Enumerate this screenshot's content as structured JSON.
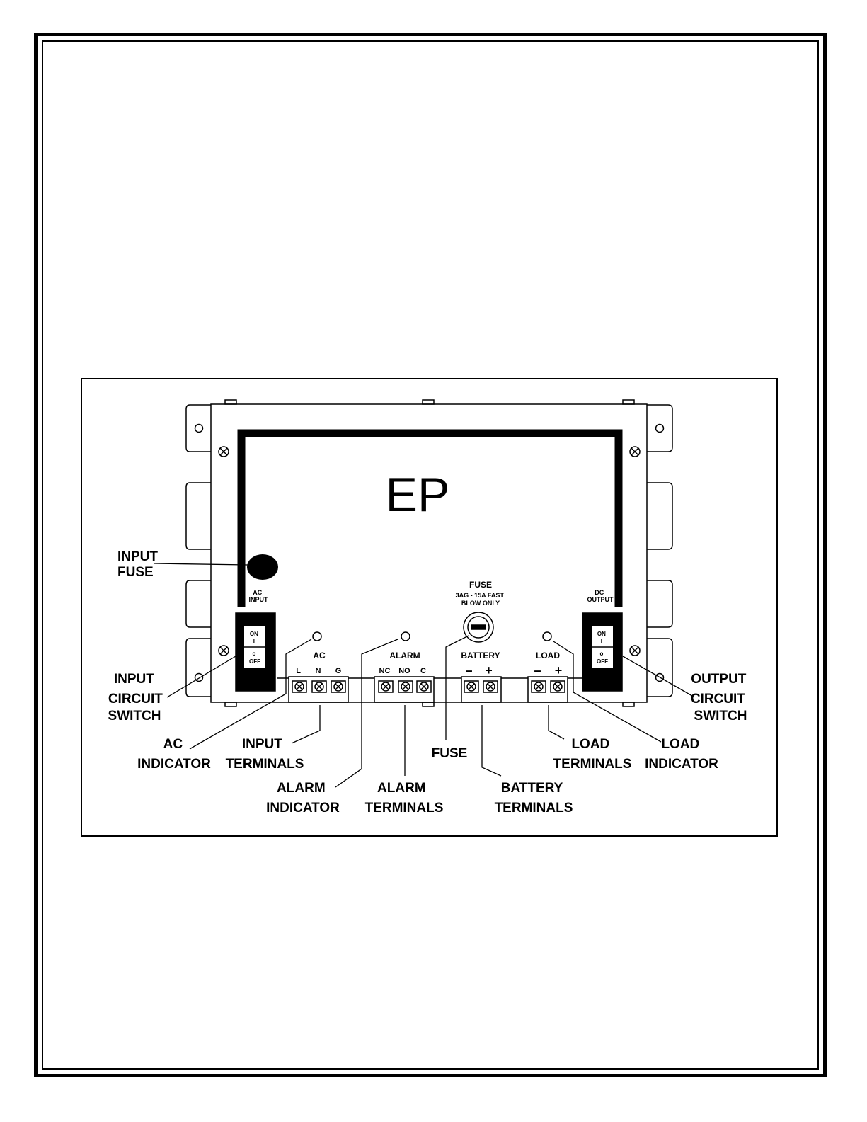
{
  "logo": "EP",
  "panel": {
    "ac_input": [
      "AC",
      "INPUT"
    ],
    "dc_output": [
      "DC",
      "OUTPUT"
    ],
    "switch_on": [
      "ON",
      "I"
    ],
    "switch_off": [
      "o",
      "OFF"
    ],
    "fuse_title": "FUSE",
    "fuse_spec": [
      "3AG - 15A FAST",
      "BLOW ONLY"
    ],
    "ac": "AC",
    "ac_terms": [
      "L",
      "N",
      "G"
    ],
    "alarm": "ALARM",
    "alarm_terms": [
      "NC",
      "NO",
      "C"
    ],
    "battery": "BATTERY",
    "load": "LOAD",
    "minus": "–",
    "plus": "+"
  },
  "callouts": {
    "input_fuse": [
      "INPUT",
      "FUSE"
    ],
    "input_circuit_switch": [
      "INPUT",
      "CIRCUIT",
      "SWITCH"
    ],
    "ac_indicator": [
      "AC",
      "INDICATOR"
    ],
    "input_terminals": [
      "INPUT",
      "TERMINALS"
    ],
    "alarm_indicator": [
      "ALARM",
      "INDICATOR"
    ],
    "alarm_terminals": [
      "ALARM",
      "TERMINALS"
    ],
    "fuse": "FUSE",
    "battery_terminals": [
      "BATTERY",
      "TERMINALS"
    ],
    "load_terminals": [
      "LOAD",
      "TERMINALS"
    ],
    "load_indicator": [
      "LOAD",
      "INDICATOR"
    ],
    "output_circuit_switch": [
      "OUTPUT",
      "CIRCUIT",
      "SWITCH"
    ]
  }
}
